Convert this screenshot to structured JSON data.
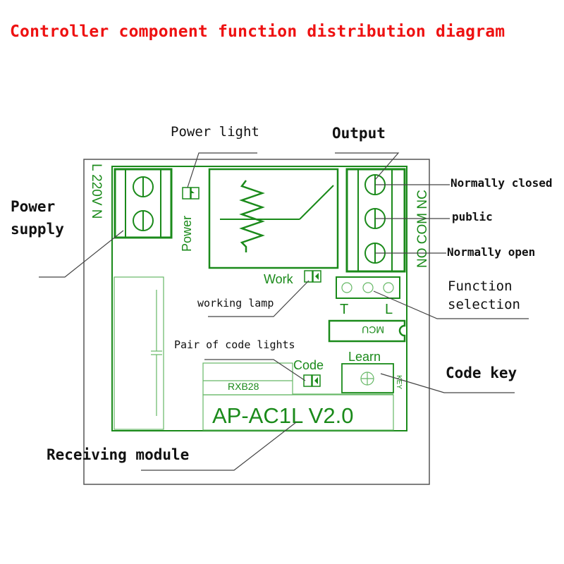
{
  "title": "Controller component function distribution diagram",
  "colors": {
    "title": "#ee1111",
    "pcb": "#1a8a1a",
    "pcb_light": "#66b866",
    "leader": "#444444",
    "label": "#111111"
  },
  "board": {
    "terminal_input_label": "L 220V N",
    "power_led_label": "Power",
    "work_led_label": "Work",
    "code_led_label": "Code",
    "learn_label": "Learn",
    "key_label": "KEY",
    "output_terminal_label": "NO COM NC",
    "jumper_labels": [
      "T",
      "L"
    ],
    "mcu_label": "MCU",
    "module_label": "RXB28",
    "model_label": "AP-AC1L V2.0"
  },
  "callouts": {
    "power_light": "Power light",
    "output": "Output",
    "power_supply_line1": "Power",
    "power_supply_line2": "supply",
    "normally_closed": "Normally closed",
    "public": "public",
    "normally_open": "Normally open",
    "function_selection_line1": "Function",
    "function_selection_line2": "selection",
    "working_lamp": "working lamp",
    "pair_of_code_lights": "Pair of code lights",
    "code_key": "Code key",
    "receiving_module": "Receiving module"
  }
}
